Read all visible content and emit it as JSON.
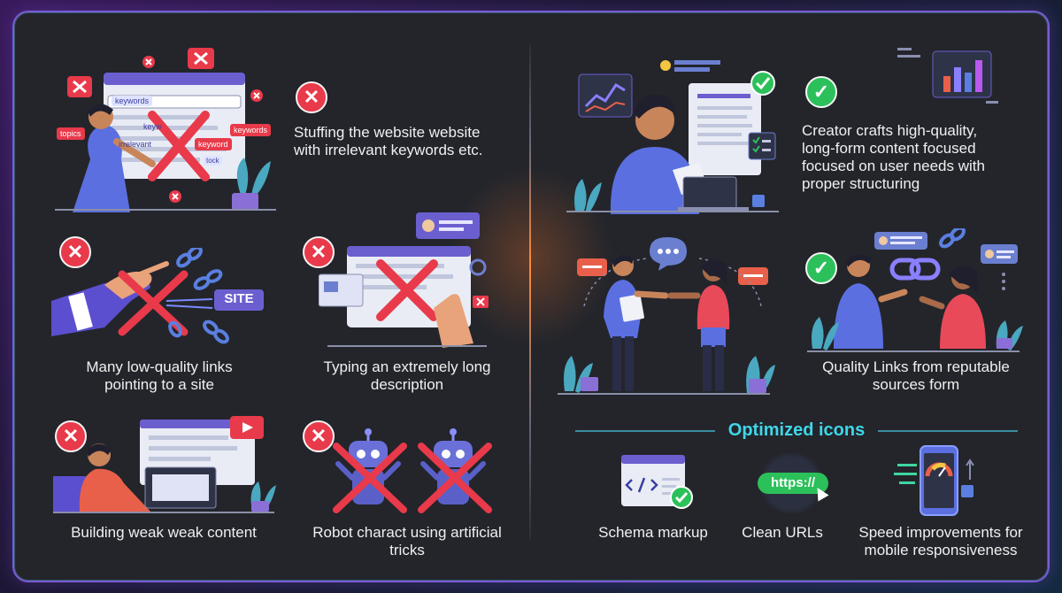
{
  "bad": {
    "item1": {
      "text": "Stuffing the website website with irrelevant keywords etc.",
      "tags": [
        "keywords",
        "keywords",
        "keyword",
        "topics",
        "irrelevant",
        "keyw",
        "tock"
      ]
    },
    "item2": {
      "text": "Many low-quality links pointing to a site",
      "tag": "SITE"
    },
    "item3": {
      "text": "Typing an extremely long description"
    },
    "item4": {
      "text": "Building weak weak content"
    },
    "item5": {
      "text": "Robot charact using artificial tricks"
    }
  },
  "good": {
    "item1": {
      "text": "Creator crafts high-quality, long-form content focused focused on user needs with proper structuring"
    },
    "item2": {
      "text": "Quality Links from reputable sources form"
    }
  },
  "optimized": {
    "title": "Optimized icons",
    "icons": [
      {
        "label": "Schema markup",
        "icon": "code-window-icon"
      },
      {
        "label": "Clean URLs",
        "icon": "url-icon",
        "url_text": "https://"
      },
      {
        "label": "Speed improvements for mobile responsiveness",
        "icon": "phone-speed-icon"
      }
    ]
  },
  "colors": {
    "bad": "#e83a4a",
    "good": "#2cc05a",
    "accent": "#3fd6e8",
    "frame": "#7a5bd6"
  }
}
